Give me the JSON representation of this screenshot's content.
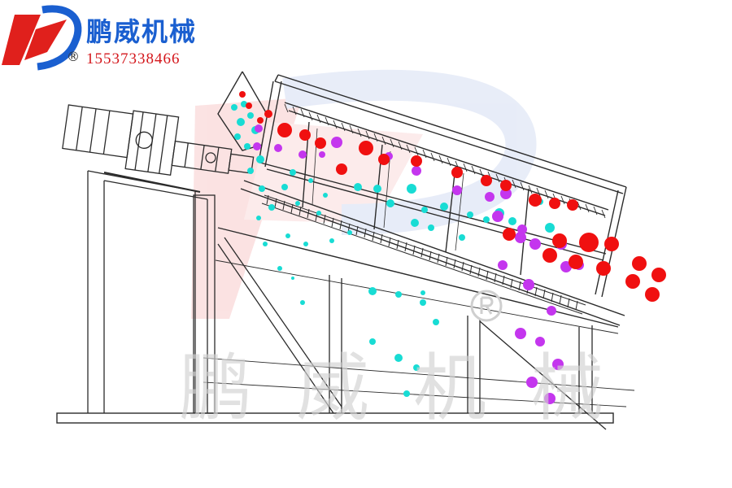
{
  "header": {
    "company_name": "鹏威机械",
    "registered_mark": "®",
    "phone": "15537338466"
  },
  "watermark": {
    "text": "鹏威机械"
  },
  "colors": {
    "brand_blue": "#1a5fd0",
    "logo_red": "#e0201c",
    "phone_red": "#d4171c",
    "line_dark": "#2b2b2b",
    "particle_red": "#f01010",
    "particle_magenta": "#c436ee",
    "particle_cyan": "#18dcd4"
  },
  "diagram": {
    "subject": "inclined vibrating screen with drive motor",
    "particle_groups": [
      "large-red",
      "medium-magenta",
      "small-cyan"
    ]
  }
}
